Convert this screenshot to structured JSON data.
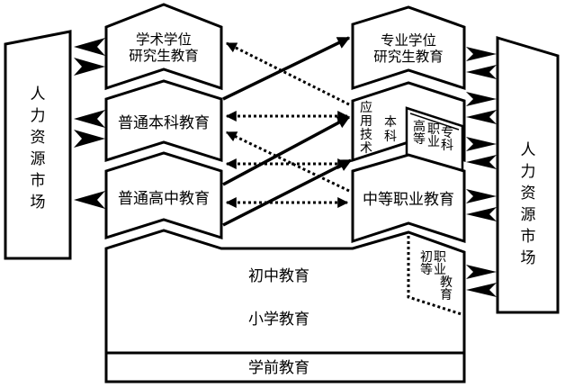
{
  "diagram": {
    "left_market": "人力资源市场",
    "right_market": "人力资源市场",
    "academic_grad": [
      "学术学位",
      "研究生教育"
    ],
    "professional_grad": [
      "专业学位",
      "研究生教育"
    ],
    "general_undergrad": "普通本科教育",
    "applied_tech": "应用技术",
    "bachelor": "本科",
    "higher_voc": [
      "高等",
      "职业",
      "专科"
    ],
    "general_high_school": "普通高中教育",
    "secondary_voc": "中等职业教育",
    "junior_high": "初中教育",
    "primary": "小学教育",
    "junior_voc": [
      "初等",
      "职业",
      "教育"
    ],
    "preschool": "学前教育"
  }
}
